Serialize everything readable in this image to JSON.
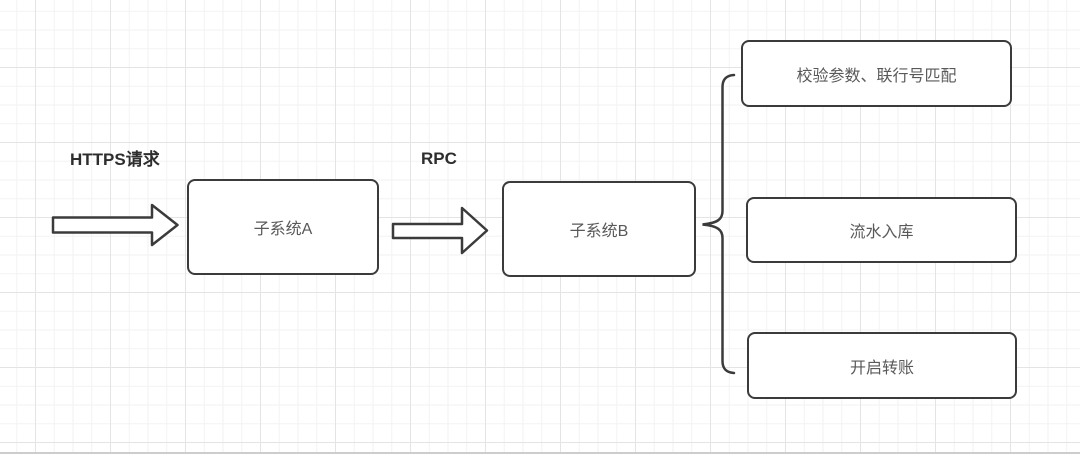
{
  "flow": {
    "edge_labels": {
      "https": "HTTPS请求",
      "rpc": "RPC"
    },
    "nodes": {
      "subsystem_a": "子系统A",
      "subsystem_b": "子系统B"
    },
    "tasks": [
      "校验参数、联行号匹配",
      "流水入库",
      "开启转账"
    ]
  },
  "colors": {
    "shape_stroke": "#3b3b3b",
    "node_text": "#595959",
    "edge_label_text": "#2d2d2d",
    "grid_minor": "#f2f2f2",
    "grid_major": "#e4e4e4",
    "canvas_edge": "#cdcdcd",
    "background": "#ffffff"
  }
}
